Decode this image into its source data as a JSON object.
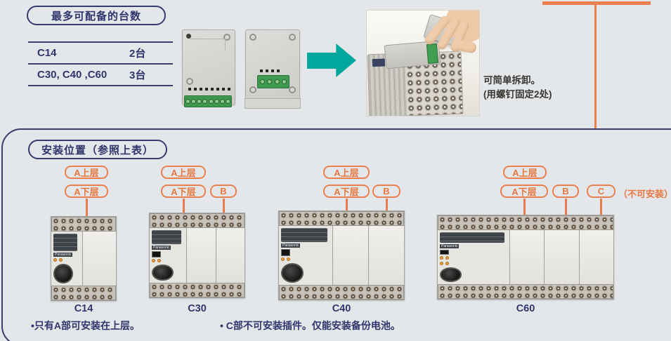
{
  "colors": {
    "navy": "#2f356b",
    "orange": "#e87c4f",
    "dot_orange": "#e2572c",
    "teal": "#00a79c",
    "background": "#e4e7ea"
  },
  "brand": "Panasonic",
  "max_units": {
    "title": "最多可配备的台数",
    "rows": [
      {
        "model": "C14",
        "count": "2台"
      },
      {
        "model": "C30, C40 ,C60",
        "count": "3台"
      }
    ]
  },
  "removal_note": {
    "line1": "可简单拆卸。",
    "line2": "(用螺钉固定2处)"
  },
  "install": {
    "title": "安装位置（参照上表）",
    "units": [
      {
        "caption": "C14",
        "slot_labels": [
          "A上层",
          "A下层"
        ]
      },
      {
        "caption": "C30",
        "slot_labels": [
          "A上层",
          "A下层",
          "B"
        ]
      },
      {
        "caption": "C40",
        "slot_labels": [
          "A上层",
          "A下层",
          "B"
        ]
      },
      {
        "caption": "C60",
        "slot_labels": [
          "A上层",
          "A下层",
          "B",
          "C"
        ],
        "note": "（不可安装）"
      }
    ],
    "footnotes": [
      "•只有A部可安装在上层。",
      "• C部不可安装插件。仅能安装备份电池。"
    ]
  }
}
